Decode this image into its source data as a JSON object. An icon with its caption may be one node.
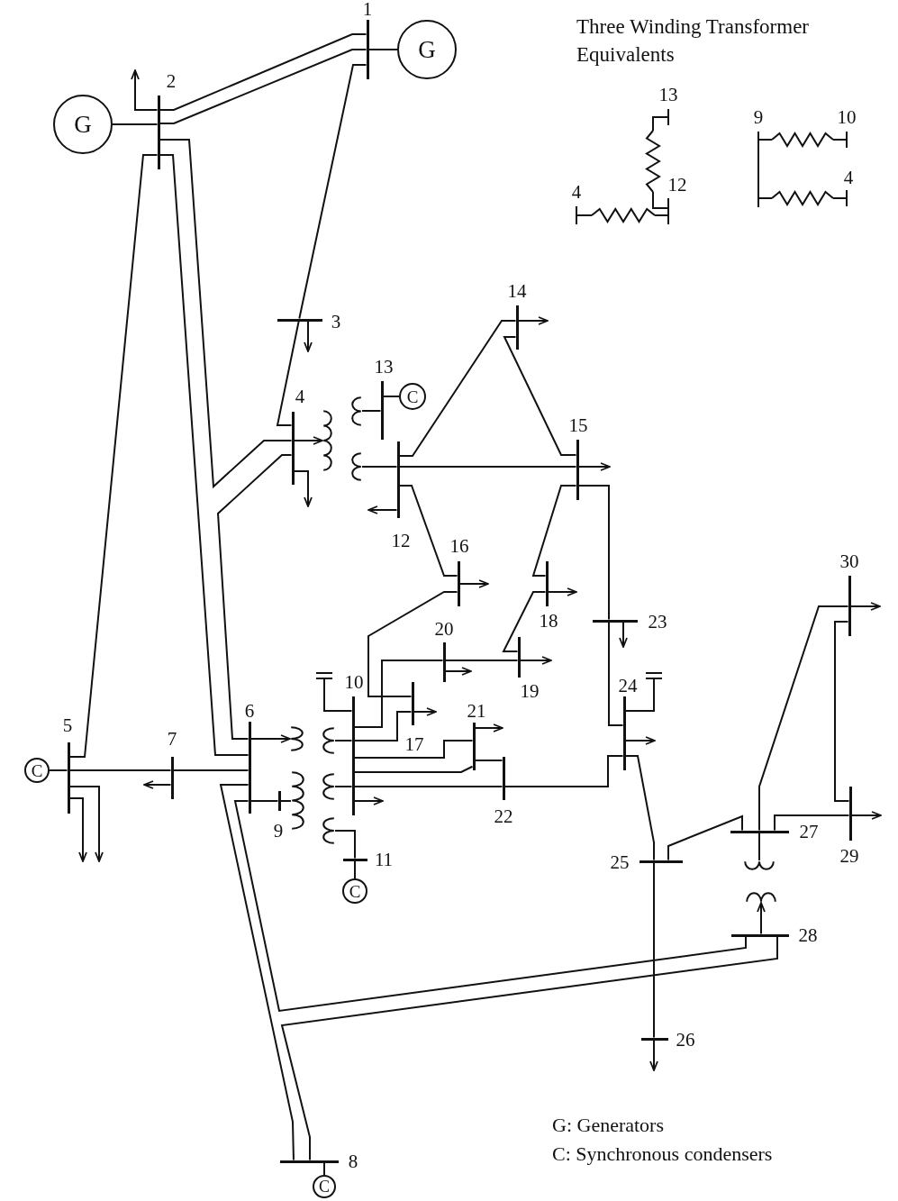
{
  "diagram": {
    "nodes": [
      {
        "text": [],
        "shape": "bar",
        "beside": [
          "1"
        ]
      },
      {
        "text": [],
        "shape": "bar",
        "beside": [
          "2"
        ]
      },
      {
        "text": [],
        "shape": "bar",
        "beside": [
          "3"
        ]
      },
      {
        "text": [],
        "shape": "bar",
        "beside": [
          "4"
        ]
      },
      {
        "text": [],
        "shape": "bar",
        "beside": [
          "5"
        ]
      },
      {
        "text": [],
        "shape": "bar",
        "beside": [
          "6"
        ]
      },
      {
        "text": [],
        "shape": "bar",
        "beside": [
          "7"
        ]
      },
      {
        "text": [],
        "shape": "bar",
        "beside": [
          "8"
        ]
      },
      {
        "text": [],
        "shape": "bar",
        "beside": [
          "9"
        ]
      },
      {
        "text": [],
        "shape": "bar",
        "beside": [
          "10"
        ]
      },
      {
        "text": [],
        "shape": "bar",
        "beside": [
          "11"
        ]
      },
      {
        "text": [],
        "shape": "bar",
        "beside": [
          "12"
        ]
      },
      {
        "text": [],
        "shape": "bar",
        "beside": [
          "13"
        ]
      },
      {
        "text": [],
        "shape": "bar",
        "beside": [
          "14"
        ]
      },
      {
        "text": [],
        "shape": "bar",
        "beside": [
          "15"
        ]
      },
      {
        "text": [],
        "shape": "bar",
        "beside": [
          "16"
        ]
      },
      {
        "text": [],
        "shape": "bar",
        "beside": [
          "17"
        ]
      },
      {
        "text": [],
        "shape": "bar",
        "beside": [
          "18"
        ]
      },
      {
        "text": [],
        "shape": "bar",
        "beside": [
          "19"
        ]
      },
      {
        "text": [],
        "shape": "bar",
        "beside": [
          "20"
        ]
      },
      {
        "text": [],
        "shape": "bar",
        "beside": [
          "21"
        ]
      },
      {
        "text": [],
        "shape": "bar",
        "beside": [
          "22"
        ]
      },
      {
        "text": [],
        "shape": "bar",
        "beside": [
          "23"
        ]
      },
      {
        "text": [],
        "shape": "bar",
        "beside": [
          "24"
        ]
      },
      {
        "text": [],
        "shape": "bar",
        "beside": [
          "25"
        ]
      },
      {
        "text": [],
        "shape": "bar",
        "beside": [
          "26"
        ]
      },
      {
        "text": [],
        "shape": "bar",
        "beside": [
          "27"
        ]
      },
      {
        "text": [],
        "shape": "bar",
        "beside": [
          "28"
        ]
      },
      {
        "text": [],
        "shape": "bar",
        "beside": [
          "29"
        ]
      },
      {
        "text": [],
        "shape": "bar",
        "beside": [
          "30"
        ]
      },
      {
        "text": [
          "G"
        ]
      },
      {
        "text": [
          "G"
        ]
      },
      {
        "text": [
          "C"
        ]
      },
      {
        "text": [
          "C"
        ]
      },
      {
        "text": [
          "C"
        ]
      },
      {
        "text": [
          "C"
        ]
      },
      {
        "text": [],
        "shape": "capacitor"
      },
      {
        "text": [],
        "shape": "capacitor"
      },
      {
        "text": [],
        "shape": "coil"
      },
      {
        "text": [],
        "shape": "coil"
      },
      {
        "text": [],
        "shape": "coil"
      },
      {
        "text": [],
        "shape": "coil"
      },
      {
        "text": [],
        "shape": "coil"
      },
      {
        "text": [],
        "shape": "coil"
      },
      {
        "text": [],
        "shape": "coil"
      },
      {
        "text": [],
        "shape": "coil"
      },
      {
        "text": [],
        "shape": "coil"
      },
      {
        "text": [],
        "shape": "coil"
      }
    ],
    "edges": [
      {
        "from": 30,
        "to": 0,
        "arrow": "none"
      },
      {
        "from": 31,
        "to": 1,
        "arrow": "none"
      },
      {
        "from": 1,
        "to": 0,
        "arrow": "none"
      },
      {
        "from": 1,
        "to": 0,
        "arrow": "none"
      },
      {
        "from": 1,
        "to": null,
        "arrow": "to"
      },
      {
        "from": 0,
        "to": 2,
        "arrow": "none"
      },
      {
        "from": 2,
        "to": 3,
        "arrow": "none"
      },
      {
        "from": 2,
        "to": null,
        "arrow": "to"
      },
      {
        "from": 1,
        "to": 3,
        "arrow": "none"
      },
      {
        "from": 1,
        "to": 5,
        "arrow": "none"
      },
      {
        "from": 1,
        "to": 4,
        "arrow": "none"
      },
      {
        "from": 3,
        "to": 5,
        "arrow": "none"
      },
      {
        "from": 3,
        "to": 38,
        "arrow": "to"
      },
      {
        "from": 3,
        "to": null,
        "arrow": "to"
      },
      {
        "from": 35,
        "to": 12,
        "arrow": "none"
      },
      {
        "from": 39,
        "to": 12,
        "arrow": "none"
      },
      {
        "from": 40,
        "to": 11,
        "arrow": "none"
      },
      {
        "from": 11,
        "to": 14,
        "arrow": "none"
      },
      {
        "from": 14,
        "to": null,
        "arrow": "to"
      },
      {
        "from": 11,
        "to": null,
        "arrow": "to"
      },
      {
        "from": 11,
        "to": 13,
        "arrow": "none"
      },
      {
        "from": 13,
        "to": null,
        "arrow": "to"
      },
      {
        "from": 13,
        "to": 14,
        "arrow": "none"
      },
      {
        "from": 11,
        "to": 15,
        "arrow": "none"
      },
      {
        "from": 15,
        "to": null,
        "arrow": "to"
      },
      {
        "from": 14,
        "to": 17,
        "arrow": "none"
      },
      {
        "from": 17,
        "to": null,
        "arrow": "to"
      },
      {
        "from": 17,
        "to": 18,
        "arrow": "none"
      },
      {
        "from": 14,
        "to": 22,
        "arrow": "none"
      },
      {
        "from": 22,
        "to": 23,
        "arrow": "none"
      },
      {
        "from": 22,
        "to": null,
        "arrow": "to"
      },
      {
        "from": 15,
        "to": 16,
        "arrow": "none"
      },
      {
        "from": 9,
        "to": 19,
        "arrow": "none"
      },
      {
        "from": 19,
        "to": 18,
        "arrow": "none"
      },
      {
        "from": 18,
        "to": null,
        "arrow": "to"
      },
      {
        "from": 19,
        "to": null,
        "arrow": "to"
      },
      {
        "from": 9,
        "to": 16,
        "arrow": "none"
      },
      {
        "from": 16,
        "to": null,
        "arrow": "to"
      },
      {
        "from": 9,
        "to": 20,
        "arrow": "none"
      },
      {
        "from": 9,
        "to": 20,
        "arrow": "none"
      },
      {
        "from": 20,
        "to": null,
        "arrow": "to"
      },
      {
        "from": 20,
        "to": 21,
        "arrow": "none"
      },
      {
        "from": 9,
        "to": 21,
        "arrow": "none"
      },
      {
        "from": 21,
        "to": 23,
        "arrow": "none"
      },
      {
        "from": 9,
        "to": null,
        "arrow": "to"
      },
      {
        "from": 36,
        "to": 9,
        "arrow": "none"
      },
      {
        "from": 43,
        "to": 9,
        "arrow": "none"
      },
      {
        "from": 44,
        "to": 9,
        "arrow": "none"
      },
      {
        "from": 45,
        "to": 10,
        "arrow": "none"
      },
      {
        "from": 34,
        "to": 10,
        "arrow": "none"
      },
      {
        "from": 5,
        "to": 41,
        "arrow": "to"
      },
      {
        "from": 5,
        "to": 8,
        "arrow": "none"
      },
      {
        "from": 8,
        "to": 42,
        "arrow": "none"
      },
      {
        "from": 32,
        "to": 4,
        "arrow": "none"
      },
      {
        "from": 4,
        "to": 6,
        "arrow": "none"
      },
      {
        "from": 6,
        "to": 5,
        "arrow": "none"
      },
      {
        "from": 6,
        "to": null,
        "arrow": "to"
      },
      {
        "from": 4,
        "to": null,
        "arrow": "to"
      },
      {
        "from": 4,
        "to": null,
        "arrow": "to"
      },
      {
        "from": 5,
        "to": 27,
        "arrow": "none"
      },
      {
        "from": 5,
        "to": 7,
        "arrow": "none"
      },
      {
        "from": 7,
        "to": 27,
        "arrow": "none"
      },
      {
        "from": 33,
        "to": 7,
        "arrow": "none"
      },
      {
        "from": 27,
        "to": 47,
        "arrow": "to"
      },
      {
        "from": 26,
        "to": 46,
        "arrow": "none"
      },
      {
        "from": 23,
        "to": null,
        "arrow": "to"
      },
      {
        "from": 37,
        "to": 23,
        "arrow": "none"
      },
      {
        "from": 23,
        "to": 24,
        "arrow": "none"
      },
      {
        "from": 24,
        "to": 25,
        "arrow": "none"
      },
      {
        "from": 25,
        "to": null,
        "arrow": "to"
      },
      {
        "from": 24,
        "to": 26,
        "arrow": "none"
      },
      {
        "from": 26,
        "to": 29,
        "arrow": "none"
      },
      {
        "from": 29,
        "to": null,
        "arrow": "to"
      },
      {
        "from": 29,
        "to": 28,
        "arrow": "none"
      },
      {
        "from": 26,
        "to": 28,
        "arrow": "none"
      },
      {
        "from": 28,
        "to": null,
        "arrow": "to"
      }
    ],
    "labels": [
      "Three Winding Transformer Equivalents",
      "13",
      "12",
      "4",
      "9",
      "10",
      "4"
    ],
    "legend": [
      {
        "text": "G: Generators"
      },
      {
        "text": "C: Synchronous condensers"
      }
    ]
  }
}
